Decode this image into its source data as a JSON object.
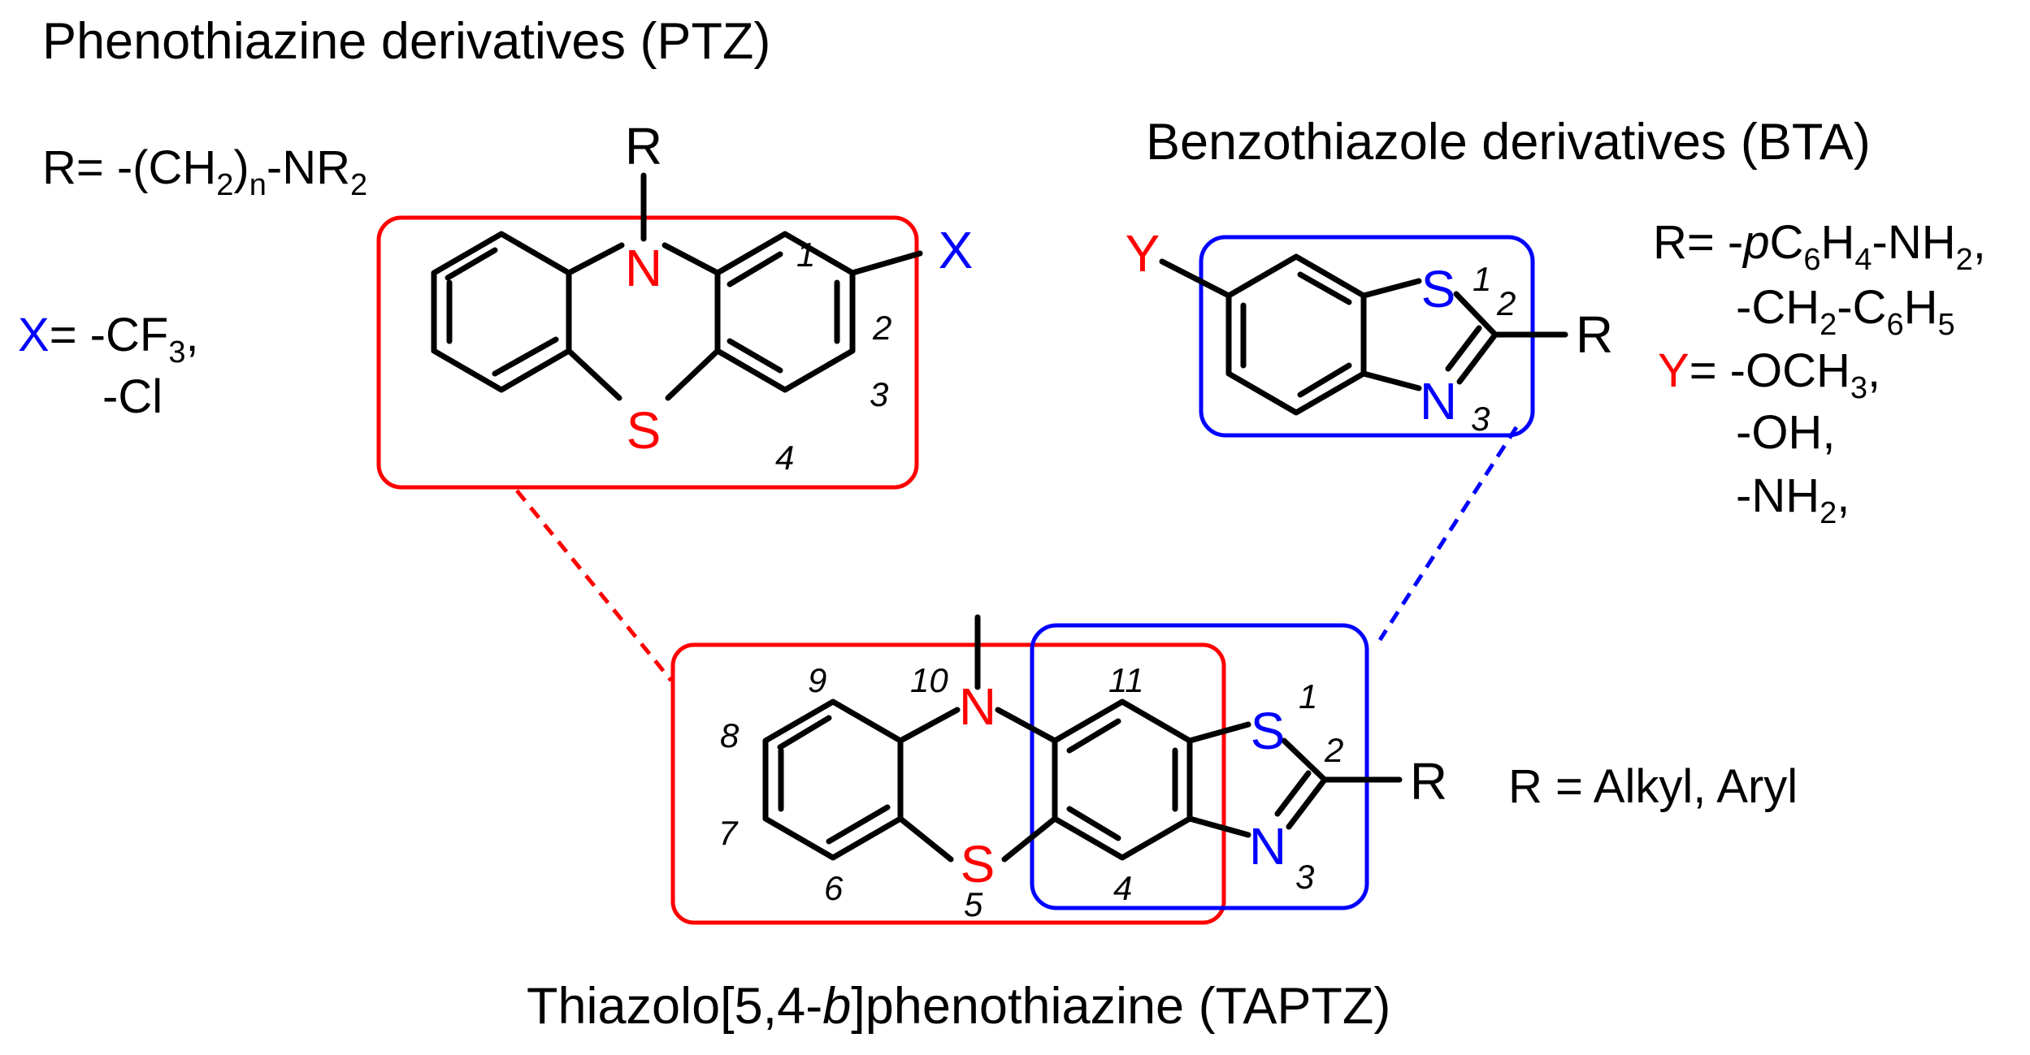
{
  "ptz": {
    "title": "Phenothiazine derivatives (PTZ)",
    "r_def": {
      "a": "R= -(CH",
      "b": "2",
      "c": ")",
      "d": "n",
      "e": "-NR",
      "f": "2"
    },
    "x_def": {
      "x": "X",
      "a": "= -CF",
      "b": "3",
      "c": ",",
      "d": "-Cl"
    },
    "atoms": {
      "r": "R",
      "n": "N",
      "s": "S",
      "x": "X"
    },
    "positions": [
      "1",
      "2",
      "3",
      "4"
    ]
  },
  "bta": {
    "title": "Benzothiazole derivatives (BTA)",
    "r_def": {
      "l1": {
        "a": "R= -",
        "b": "p",
        "c": "C",
        "d": "6",
        "e": "H",
        "f": "4",
        "g": "-NH",
        "h": "2",
        "i": ","
      },
      "l2": {
        "a": "-CH",
        "b": "2",
        "c": "-C",
        "d": "6",
        "e": "H",
        "f": "5"
      }
    },
    "y_def": {
      "l1": {
        "y": "Y",
        "a": "= -OCH",
        "b": "3",
        "c": ","
      },
      "l2": "-OH,",
      "l3": {
        "a": "-NH",
        "b": "2",
        "c": ","
      }
    },
    "atoms": {
      "y": "Y",
      "s": "S",
      "n": "N",
      "r": "R"
    },
    "positions": [
      "1",
      "2",
      "3"
    ]
  },
  "taptz": {
    "title": {
      "a": "Thiazolo[5,4-",
      "b": "b",
      "c": "]phenothiazine (TAPTZ)"
    },
    "r_def": "R = Alkyl, Aryl",
    "atoms": {
      "n": "N",
      "s_ring": "S",
      "s_thiazole": "S",
      "n_thiazole": "N",
      "r": "R"
    },
    "positions": [
      "1",
      "2",
      "3",
      "4",
      "5",
      "6",
      "7",
      "8",
      "9",
      "10",
      "11"
    ]
  },
  "colors": {
    "phenothiazine": "#ff0000",
    "benzothiazole": "#0000ff",
    "bonds": "#000000"
  }
}
